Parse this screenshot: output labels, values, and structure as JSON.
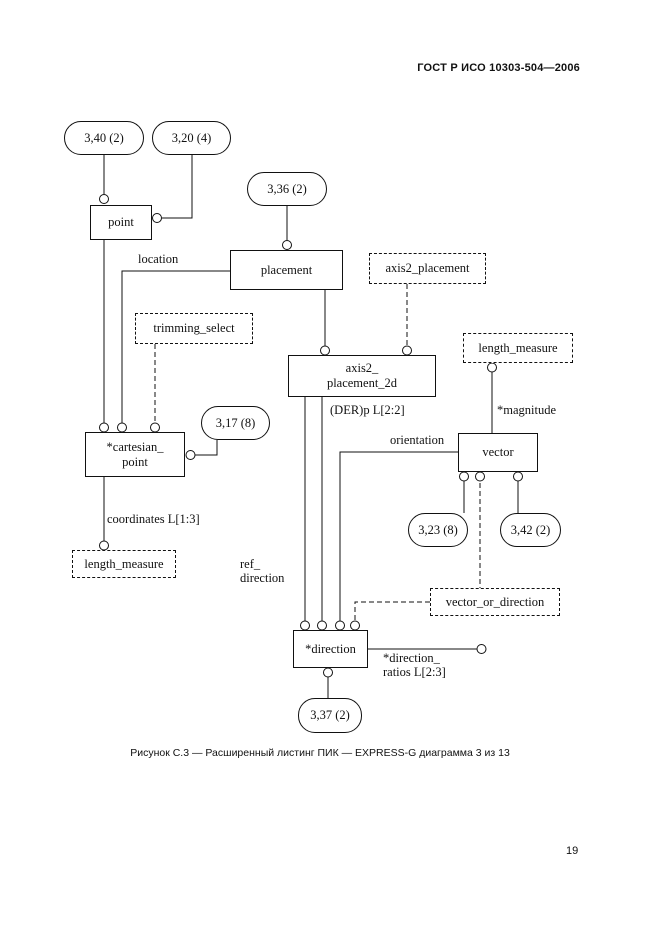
{
  "colors": {
    "ink": "#111111",
    "paper": "#ffffff"
  },
  "page": {
    "header": "ГОСТ Р ИСО 10303-504—2006",
    "caption": "Рисунок С.3 — Расширенный листинг ПИК — EXPRESS-G диаграмма 3 из 13",
    "page_number": "19"
  },
  "diagram": {
    "entities": {
      "point": {
        "label": "point"
      },
      "placement": {
        "label": "placement"
      },
      "axis2_placement_2d": {
        "line1": "axis2_",
        "line2": "placement_2d"
      },
      "cartesian_point": {
        "line1": "*cartesian_",
        "line2": "point"
      },
      "vector": {
        "label": "vector"
      },
      "direction": {
        "label": "*direction"
      }
    },
    "type_refs": {
      "axis2_placement": {
        "label": "axis2_placement"
      },
      "trimming_select": {
        "label": "trimming_select"
      },
      "length_measure_upper": {
        "label": "length_measure"
      },
      "length_measure_lower": {
        "label": "length_measure"
      },
      "vector_or_direction": {
        "label": "vector_or_direction"
      }
    },
    "page_refs": {
      "r340": {
        "label": "3,40 (2)"
      },
      "r320": {
        "label": "3,20 (4)"
      },
      "r336": {
        "label": "3,36 (2)"
      },
      "r317": {
        "label": "3,17 (8)"
      },
      "r323": {
        "label": "3,23 (8)"
      },
      "r342": {
        "label": "3,42 (2)"
      },
      "r337": {
        "label": "3,37 (2)"
      }
    },
    "edge_labels": {
      "location": "location",
      "der_p": "(DER)p L[2:2]",
      "magnitude": "*magnitude",
      "orientation": "orientation",
      "coordinates": "coordinates L[1:3]",
      "ref_direction": {
        "line1": "ref_",
        "line2": "direction"
      },
      "direction_ratios": {
        "line1": "*direction_",
        "line2": "ratios L[2:3]"
      }
    }
  }
}
